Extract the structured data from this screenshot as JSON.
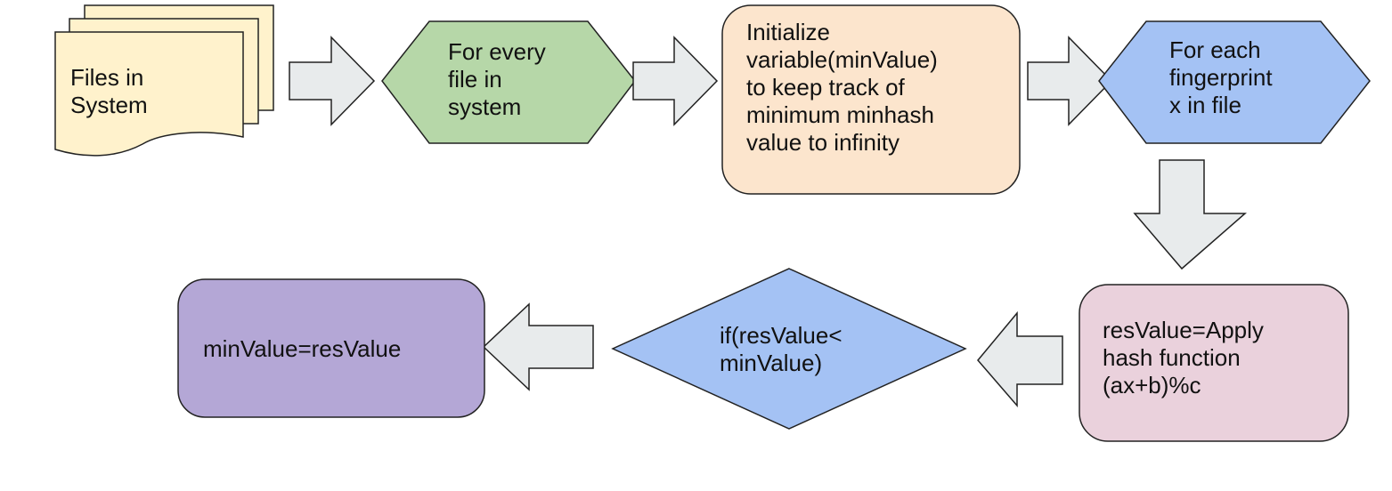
{
  "nodes": {
    "files": {
      "label": "Files in\nSystem",
      "shape": "multi-document",
      "color": "#FFF2CC"
    },
    "every_file": {
      "label": "For every\nfile in\nsystem",
      "shape": "hexagon",
      "color": "#B6D7A8"
    },
    "init_min": {
      "label": "Initialize\nvariable(minValue)\nto keep track of\nminimum minhash\nvalue to infinity",
      "shape": "rounded-rect",
      "color": "#FCE5CD"
    },
    "each_fp": {
      "label": "For each\nfingerprint\nx in file",
      "shape": "hexagon",
      "color": "#A4C2F4"
    },
    "apply_hash": {
      "label": "resValue=Apply\nhash function\n(ax+b)%c",
      "shape": "rounded-rect",
      "color": "#EAD1DC"
    },
    "compare": {
      "label": "if(resValue<\nminValue)",
      "shape": "diamond",
      "color": "#A4C2F4"
    },
    "assign": {
      "label": "minValue=resValue",
      "shape": "rounded-rect",
      "color": "#B4A7D6"
    }
  },
  "edges": [
    {
      "from": "files",
      "to": "every_file",
      "direction": "right"
    },
    {
      "from": "every_file",
      "to": "init_min",
      "direction": "right"
    },
    {
      "from": "init_min",
      "to": "each_fp",
      "direction": "right"
    },
    {
      "from": "each_fp",
      "to": "apply_hash",
      "direction": "down"
    },
    {
      "from": "apply_hash",
      "to": "compare",
      "direction": "left"
    },
    {
      "from": "compare",
      "to": "assign",
      "direction": "left"
    }
  ],
  "colors": {
    "arrow_fill": "#E8EBEC",
    "stroke": "#222222"
  }
}
